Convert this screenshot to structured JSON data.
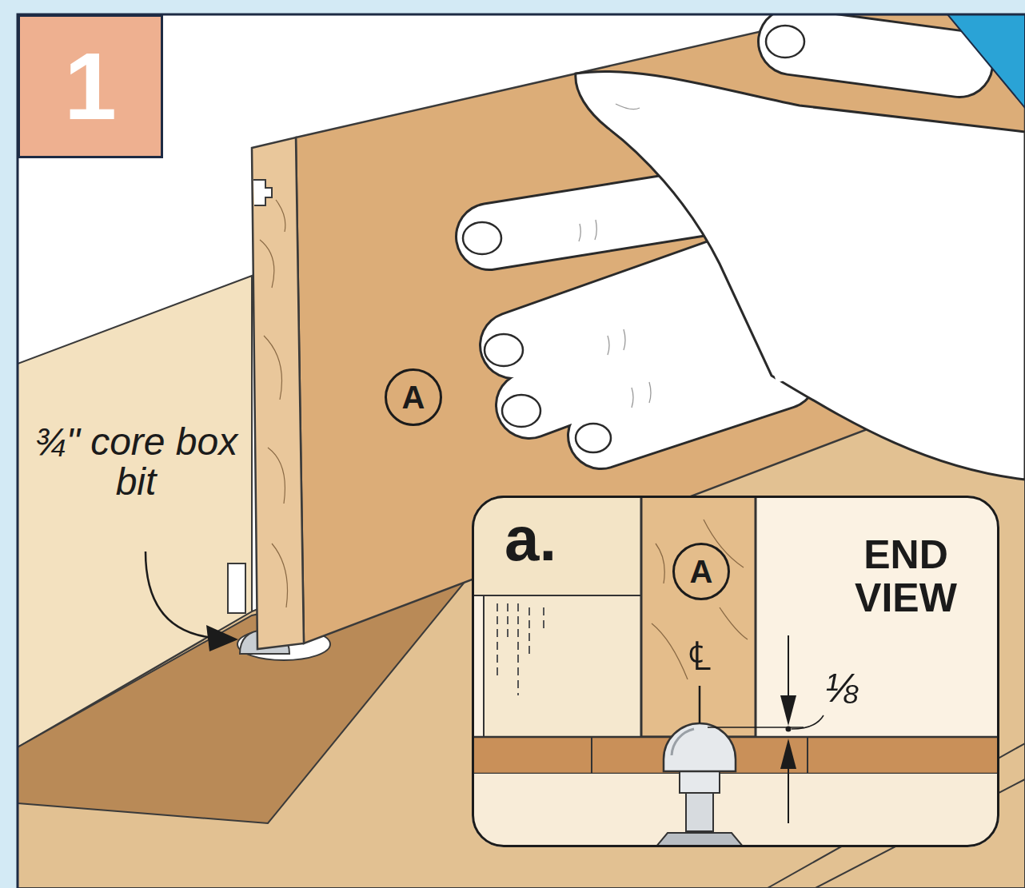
{
  "diagram": {
    "nodes": [
      {
        "text": [
          "1"
        ]
      },
      {
        "text": [
          "A"
        ]
      },
      {
        "text": [
          "a.",
          "END VIEW"
        ]
      },
      {
        "text": [
          "A"
        ],
        "in": 2
      }
    ],
    "labels": [
      "¾\" core box bit",
      "℄",
      "⅛"
    ]
  }
}
